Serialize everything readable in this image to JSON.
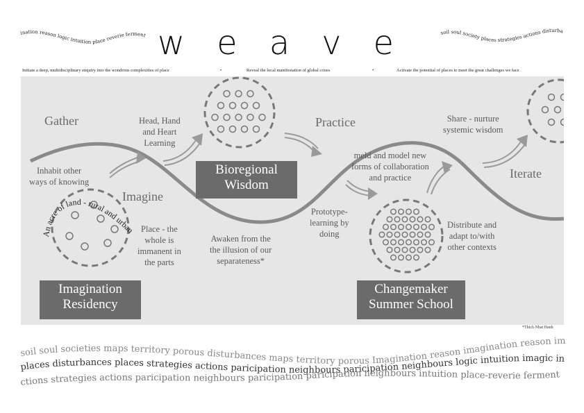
{
  "logo": {
    "title": "weave",
    "left_wave_text": "ination reason logic intuition place reverie ferment diverse",
    "right_wave_text": "soil soul society places strategies actions disturbances maps"
  },
  "banner": {
    "items": [
      "Initiate a deep, multidisciplinary enquiry into the wondrous complexities of place",
      "Reveal the local manifestation of global crises",
      "Activate the potential of places to meet the great challenges we face"
    ],
    "separator": "•"
  },
  "diagram": {
    "gather": "Gather",
    "inhabit": [
      "Inhabit other",
      "ways of knowing"
    ],
    "imagine": "Imagine",
    "acre_arc_text": "An acre of land - rural and urban",
    "place_whole": [
      "Place - the",
      "whole is",
      "immanent in",
      "the parts"
    ],
    "head_hand_heart": [
      "Head, Hand",
      "and Heart",
      "Learning"
    ],
    "bioregional_box": [
      "Bioregional",
      "Wisdom"
    ],
    "awaken": [
      "Awaken from the",
      "the illusion of our",
      "separateness*"
    ],
    "practice": "Practice",
    "prototype": [
      "Prototype-",
      "learning by",
      "doing"
    ],
    "meld": [
      "meld and model new",
      "forms of collaboration",
      "and practice"
    ],
    "share": [
      "Share - nurture",
      "systemic wisdom"
    ],
    "iterate": "Iterate",
    "distribute": [
      "Distribute and",
      "adapt to/with",
      "other contexts"
    ],
    "imagination_box": [
      "Imagination",
      "Residency"
    ],
    "changemaker_box": [
      "Changemaker",
      "Summer School"
    ],
    "footnote": "*Thich Nhat Hanh"
  },
  "footer": {
    "line1": "soil soul societies maps territory porous disturbances maps territory porous Imagination reason imagination reason imagination reason ldiverse",
    "line2": "places disturbances places strategies actions paricipation neighbours paricipation neighbours logic intuition imagic intuition fermenting intui",
    "line3": "ctions strategies actions paricipation neighbours paricipation paricipation neighbours intuition place-reverie ferment intuition record reverie"
  },
  "colors": {
    "panel": "#e6e6e6",
    "box": "#6b6b6b",
    "wave": "#8a8a8a",
    "circle_stroke": "#777777"
  }
}
